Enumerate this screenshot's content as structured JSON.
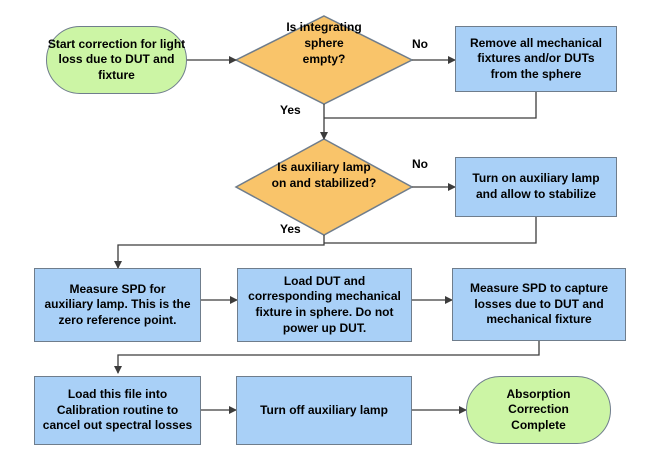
{
  "nodes": {
    "start": "Start correction for light loss due to DUT and fixture",
    "sphere_empty": "Is integrating sphere empty?",
    "remove": "Remove all mechanical fixtures and/or DUTs from the sphere",
    "lamp_on": "Is auxiliary lamp on and stabilized?",
    "turn_on": "Turn on auxiliary lamp and allow to stabilize",
    "measure_aux": "Measure SPD for auxiliary lamp. This is the zero reference point.",
    "load_dut": "Load DUT and corresponding mechanical fixture in sphere. Do not power up DUT.",
    "measure_losses": "Measure SPD to capture losses due to DUT and mechanical fixture",
    "load_file": "Load this file into Calibration routine to cancel out spectral losses",
    "turn_off": "Turn off auxiliary lamp",
    "end": "Absorption Correction Complete"
  },
  "labels": {
    "no1": "No",
    "yes1": "Yes",
    "no2": "No",
    "yes2": "Yes"
  },
  "colors": {
    "process_fill": "#a9d0f7",
    "terminal_fill": "#ccf5a5",
    "decision_fill": "#f9c46a",
    "stroke": "#6f7d8c",
    "connector": "#3c3c3c"
  }
}
